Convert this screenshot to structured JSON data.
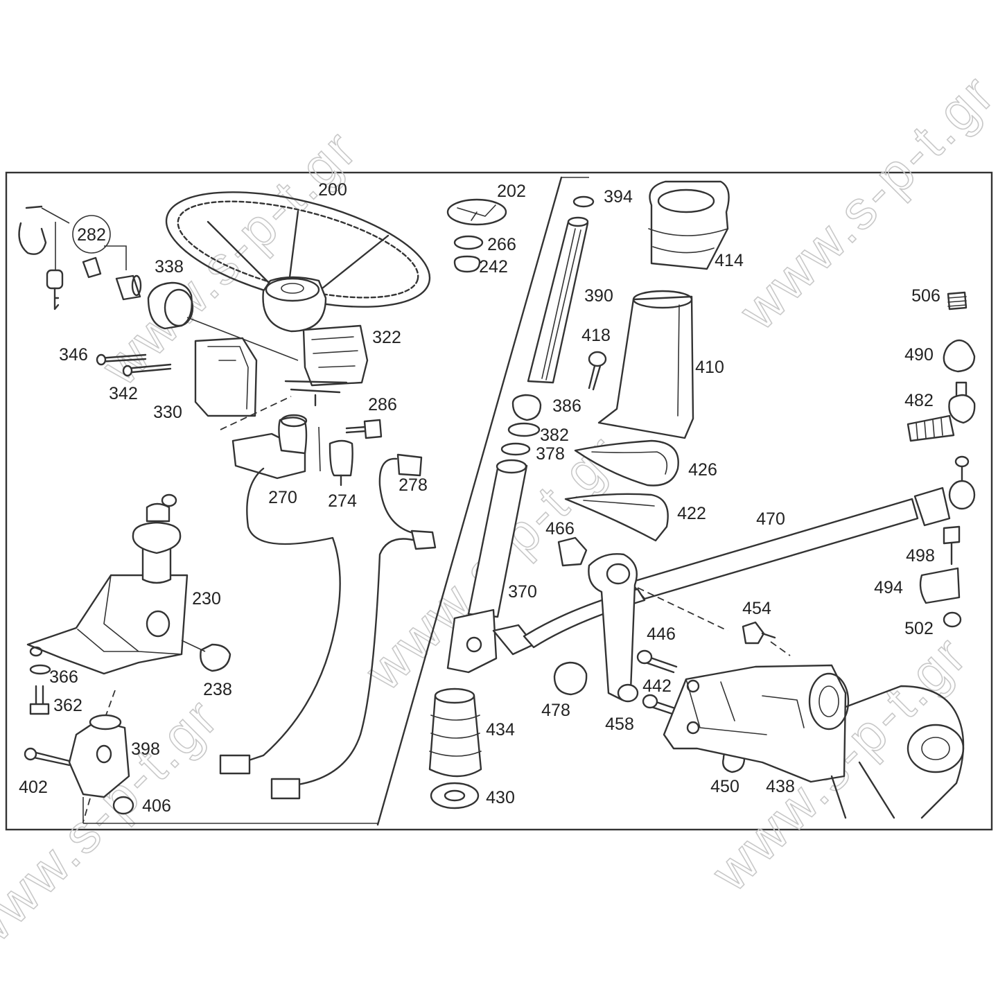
{
  "watermark": {
    "text": "www.s-p-t.gr",
    "color": "#c8c8c8"
  },
  "diagram": {
    "line_color": "#333333",
    "background": "#ffffff",
    "part_numbers": [
      "200",
      "202",
      "394",
      "282",
      "338",
      "266",
      "242",
      "414",
      "390",
      "322",
      "346",
      "342",
      "330",
      "418",
      "410",
      "506",
      "490",
      "286",
      "386",
      "382",
      "378",
      "482",
      "278",
      "270",
      "274",
      "426",
      "422",
      "470",
      "466",
      "230",
      "370",
      "498",
      "494",
      "454",
      "502",
      "446",
      "442",
      "366",
      "238",
      "478",
      "458",
      "362",
      "434",
      "398",
      "402",
      "406",
      "430",
      "450",
      "438"
    ]
  }
}
